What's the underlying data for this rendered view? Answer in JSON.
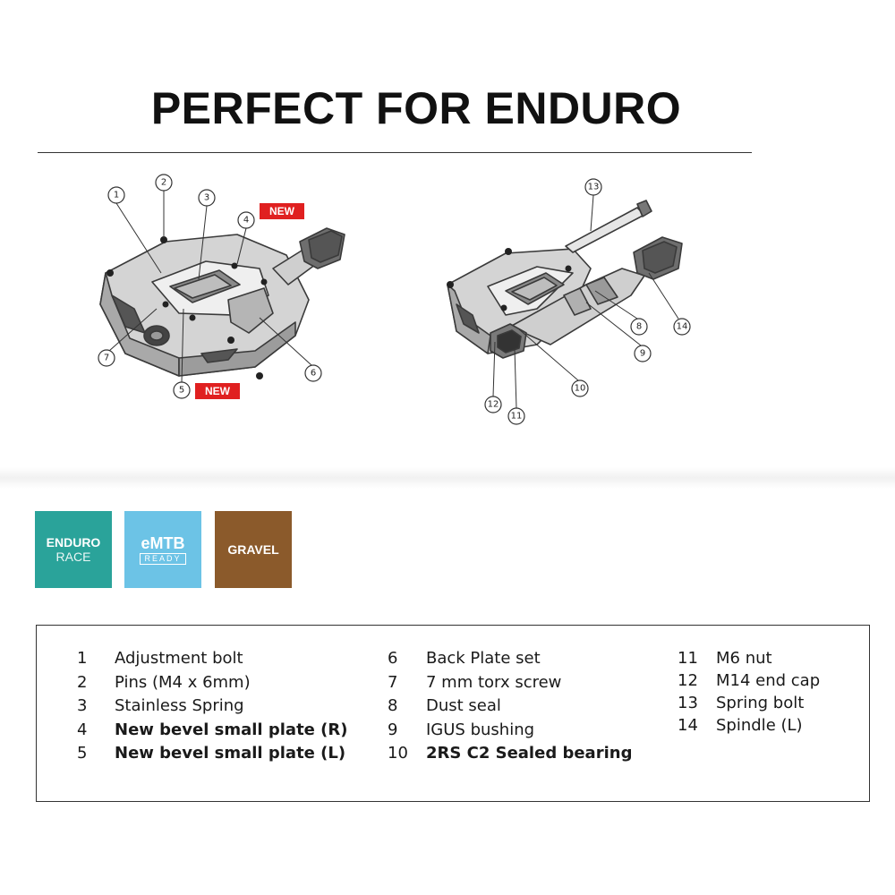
{
  "title": "PERFECT FOR ENDURO",
  "new_tag": "NEW",
  "callouts": [
    "1",
    "2",
    "3",
    "4",
    "5",
    "6",
    "7",
    "8",
    "9",
    "10",
    "11",
    "12",
    "13",
    "14"
  ],
  "badges": [
    {
      "line1": "ENDURO",
      "line2": "RACE",
      "color": "#2aa39a"
    },
    {
      "line1": "eMTB",
      "line2": "READY",
      "color": "#6cc3e6"
    },
    {
      "line1": "GRAVEL",
      "color": "#8b5a2b"
    }
  ],
  "parts": [
    {
      "num": "1",
      "label": "Adjustment bolt"
    },
    {
      "num": "2",
      "label": "Pins (M4 x 6mm)"
    },
    {
      "num": "3",
      "label": "Stainless Spring"
    },
    {
      "num": "4",
      "label": "New bevel small plate (R)",
      "bold": true
    },
    {
      "num": "5",
      "label": "New bevel small plate (L)",
      "bold": true
    },
    {
      "num": "6",
      "label": "Back Plate set"
    },
    {
      "num": "7",
      "label": "7 mm torx screw"
    },
    {
      "num": "8",
      "label": "Dust seal"
    },
    {
      "num": "9",
      "label": "IGUS bushing"
    },
    {
      "num": "10",
      "label": "2RS C2 Sealed bearing",
      "bold": true
    },
    {
      "num": "11",
      "label": "M6 nut"
    },
    {
      "num": "12",
      "label": "M14 end cap"
    },
    {
      "num": "13",
      "label": "Spring bolt"
    },
    {
      "num": "14",
      "label": "Spindle (L)"
    }
  ]
}
